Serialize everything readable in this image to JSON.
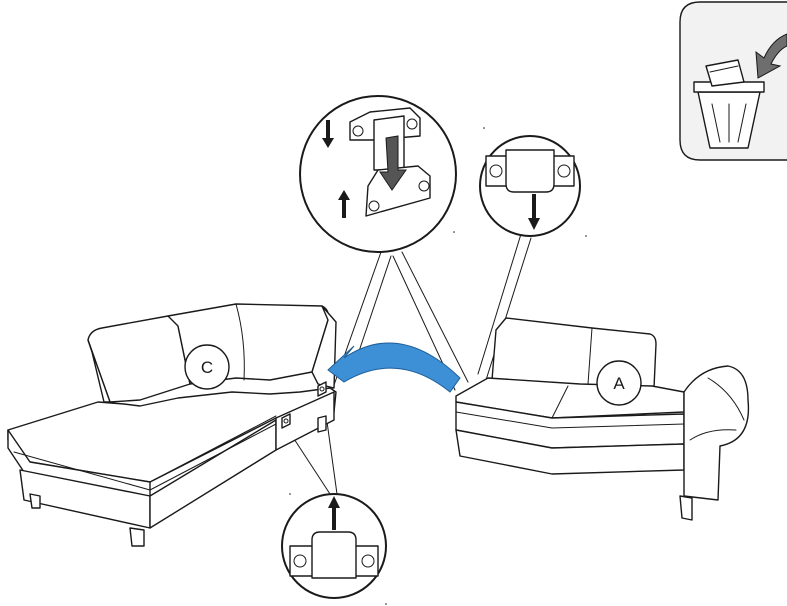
{
  "diagram": {
    "type": "assembly-instruction",
    "accent_color": "#3d8fd6",
    "bin_panel_color": "#f2f2f2",
    "arrow_gray": "#6e6e6e"
  },
  "labels": {
    "module_a": "A",
    "module_c": "C"
  },
  "icons": {
    "discard_packaging": "trash-bin-icon",
    "connector_detail_top": "connector-bracket-detail",
    "connector_detail_right": "connector-bracket-detail",
    "connector_detail_bottom": "connector-bracket-detail"
  }
}
